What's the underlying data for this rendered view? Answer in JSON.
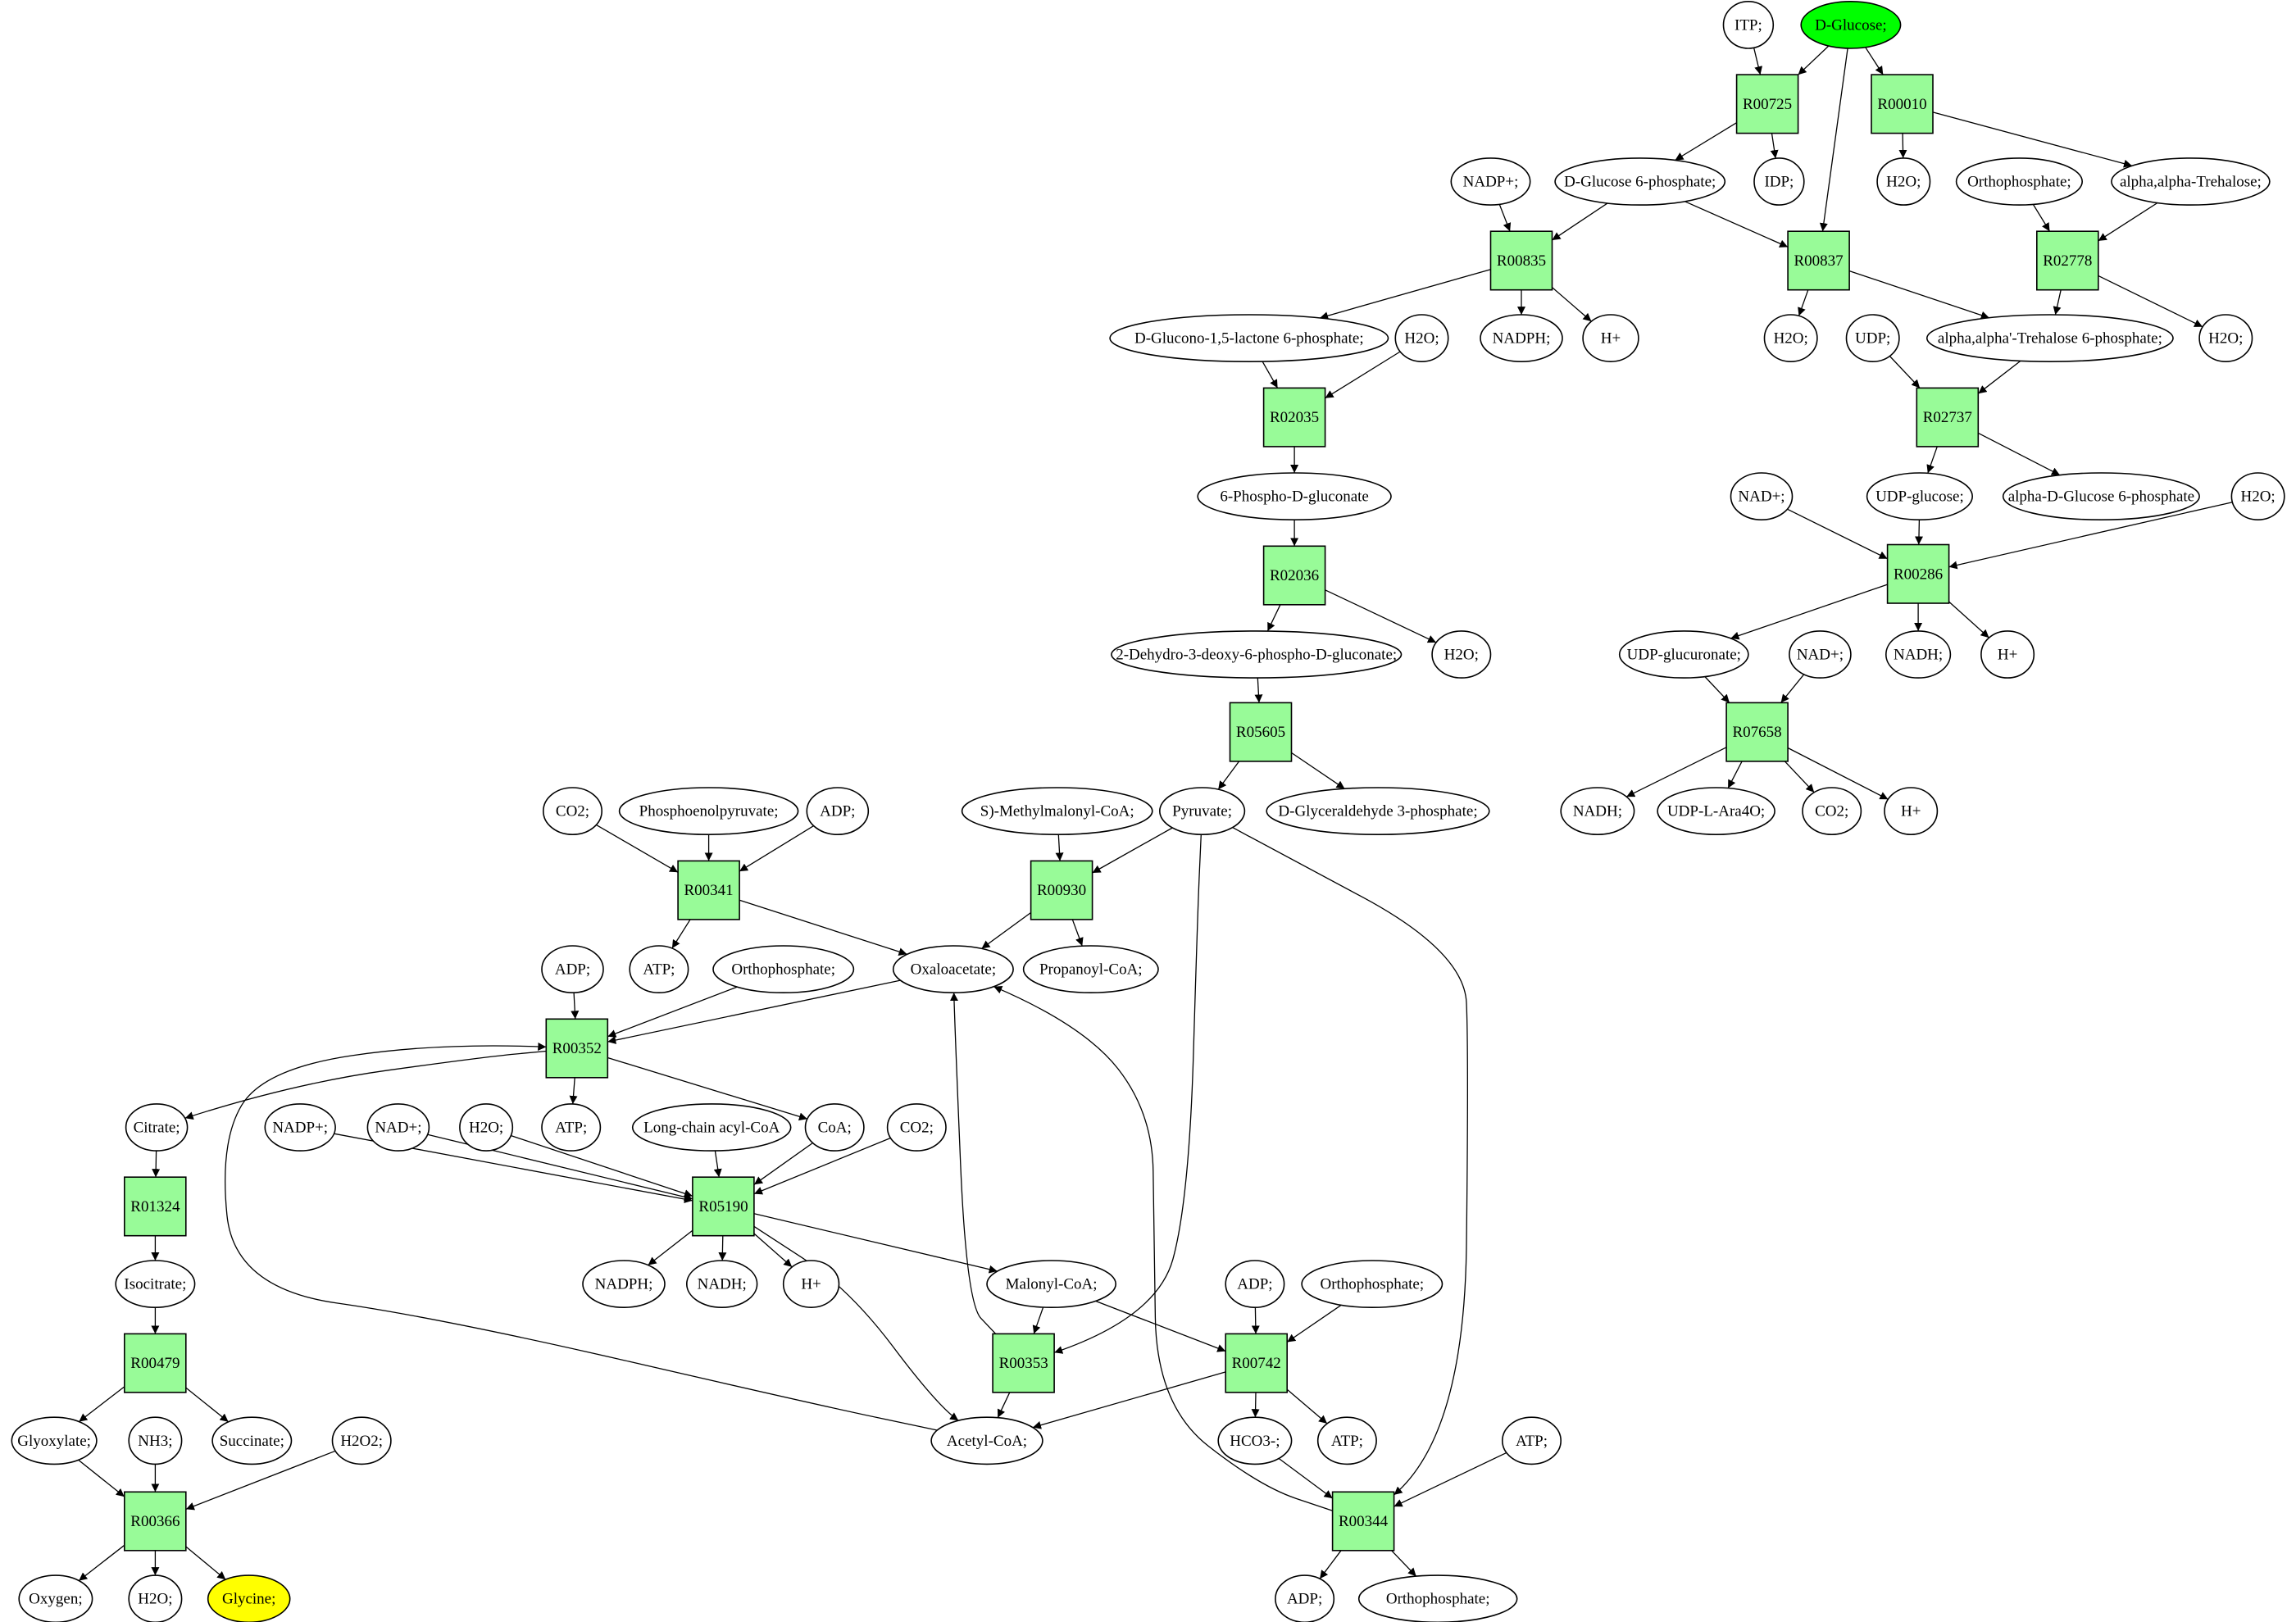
{
  "diagram": {
    "type": "metabolic-pathway-graph",
    "colors": {
      "reaction_fill": "#98fb98",
      "compound_fill": "#ffffff",
      "source_fill": "#00ff00",
      "target_fill": "#ffff00",
      "stroke": "#000000"
    },
    "nodes": [
      {
        "id": "itp",
        "label": "ITP;",
        "kind": "compound"
      },
      {
        "id": "dglucose",
        "label": "D-Glucose;",
        "kind": "source"
      },
      {
        "id": "R00725",
        "label": "R00725",
        "kind": "reaction"
      },
      {
        "id": "R00010",
        "label": "R00010",
        "kind": "reaction"
      },
      {
        "id": "g6p",
        "label": "D-Glucose 6-phosphate;",
        "kind": "compound"
      },
      {
        "id": "idp",
        "label": "IDP;",
        "kind": "compound"
      },
      {
        "id": "h2o_a",
        "label": "H2O;",
        "kind": "compound"
      },
      {
        "id": "ortho_a",
        "label": "Orthophosphate;",
        "kind": "compound"
      },
      {
        "id": "trehalose",
        "label": "alpha,alpha-Trehalose;",
        "kind": "compound"
      },
      {
        "id": "nadp_a",
        "label": "NADP+;",
        "kind": "compound"
      },
      {
        "id": "R00835",
        "label": "R00835",
        "kind": "reaction"
      },
      {
        "id": "R00837",
        "label": "R00837",
        "kind": "reaction"
      },
      {
        "id": "R02778",
        "label": "R02778",
        "kind": "reaction"
      },
      {
        "id": "glucono",
        "label": "D-Glucono-1,5-lactone 6-phosphate;",
        "kind": "compound"
      },
      {
        "id": "h2o_b",
        "label": "H2O;",
        "kind": "compound"
      },
      {
        "id": "nadph_a",
        "label": "NADPH;",
        "kind": "compound"
      },
      {
        "id": "hplus_a",
        "label": "H+",
        "kind": "compound"
      },
      {
        "id": "h2o_c",
        "label": "H2O;",
        "kind": "compound"
      },
      {
        "id": "udp",
        "label": "UDP;",
        "kind": "compound"
      },
      {
        "id": "t6p",
        "label": "alpha,alpha'-Trehalose 6-phosphate;",
        "kind": "compound"
      },
      {
        "id": "h2o_d",
        "label": "H2O;",
        "kind": "compound"
      },
      {
        "id": "R02035",
        "label": "R02035",
        "kind": "reaction"
      },
      {
        "id": "R02737",
        "label": "R02737",
        "kind": "reaction"
      },
      {
        "id": "pgluconate",
        "label": "6-Phospho-D-gluconate",
        "kind": "compound"
      },
      {
        "id": "nad_a",
        "label": "NAD+;",
        "kind": "compound"
      },
      {
        "id": "udpglc",
        "label": "UDP-glucose;",
        "kind": "compound"
      },
      {
        "id": "ag6p",
        "label": "alpha-D-Glucose 6-phosphate",
        "kind": "compound"
      },
      {
        "id": "h2o_e",
        "label": "H2O;",
        "kind": "compound"
      },
      {
        "id": "R02036",
        "label": "R02036",
        "kind": "reaction"
      },
      {
        "id": "R00286",
        "label": "R00286",
        "kind": "reaction"
      },
      {
        "id": "kdpg",
        "label": "2-Dehydro-3-deoxy-6-phospho-D-gluconate;",
        "kind": "compound"
      },
      {
        "id": "h2o_f",
        "label": "H2O;",
        "kind": "compound"
      },
      {
        "id": "udpgluc",
        "label": "UDP-glucuronate;",
        "kind": "compound"
      },
      {
        "id": "nad_b",
        "label": "NAD+;",
        "kind": "compound"
      },
      {
        "id": "nadh_a",
        "label": "NADH;",
        "kind": "compound"
      },
      {
        "id": "hplus_b",
        "label": "H+",
        "kind": "compound"
      },
      {
        "id": "R05605",
        "label": "R05605",
        "kind": "reaction"
      },
      {
        "id": "R07658",
        "label": "R07658",
        "kind": "reaction"
      },
      {
        "id": "co2_a",
        "label": "CO2;",
        "kind": "compound"
      },
      {
        "id": "pep",
        "label": "Phosphoenolpyruvate;",
        "kind": "compound"
      },
      {
        "id": "adp_a",
        "label": "ADP;",
        "kind": "compound"
      },
      {
        "id": "mmcoa",
        "label": "S)-Methylmalonyl-CoA;",
        "kind": "compound"
      },
      {
        "id": "pyruvate",
        "label": "Pyruvate;",
        "kind": "compound"
      },
      {
        "id": "gap",
        "label": "D-Glyceraldehyde 3-phosphate;",
        "kind": "compound"
      },
      {
        "id": "nadh_b",
        "label": "NADH;",
        "kind": "compound"
      },
      {
        "id": "udpara",
        "label": "UDP-L-Ara4O;",
        "kind": "compound"
      },
      {
        "id": "co2_b",
        "label": "CO2;",
        "kind": "compound"
      },
      {
        "id": "hplus_c",
        "label": "H+",
        "kind": "compound"
      },
      {
        "id": "R00341",
        "label": "R00341",
        "kind": "reaction"
      },
      {
        "id": "R00930",
        "label": "R00930",
        "kind": "reaction"
      },
      {
        "id": "adp_b",
        "label": "ADP;",
        "kind": "compound"
      },
      {
        "id": "atp_a",
        "label": "ATP;",
        "kind": "compound"
      },
      {
        "id": "ortho_b",
        "label": "Orthophosphate;",
        "kind": "compound"
      },
      {
        "id": "oaa",
        "label": "Oxaloacetate;",
        "kind": "compound"
      },
      {
        "id": "propcoa",
        "label": "Propanoyl-CoA;",
        "kind": "compound"
      },
      {
        "id": "R00352",
        "label": "R00352",
        "kind": "reaction"
      },
      {
        "id": "citrate",
        "label": "Citrate;",
        "kind": "compound"
      },
      {
        "id": "nadp_b",
        "label": "NADP+;",
        "kind": "compound"
      },
      {
        "id": "nad_c",
        "label": "NAD+;",
        "kind": "compound"
      },
      {
        "id": "h2o_g",
        "label": "H2O;",
        "kind": "compound"
      },
      {
        "id": "atp_b",
        "label": "ATP;",
        "kind": "compound"
      },
      {
        "id": "lcacoa",
        "label": "Long-chain acyl-CoA",
        "kind": "compound"
      },
      {
        "id": "coa",
        "label": "CoA;",
        "kind": "compound"
      },
      {
        "id": "co2_c",
        "label": "CO2;",
        "kind": "compound"
      },
      {
        "id": "R01324",
        "label": "R01324",
        "kind": "reaction"
      },
      {
        "id": "R05190",
        "label": "R05190",
        "kind": "reaction"
      },
      {
        "id": "isocitrate",
        "label": "Isocitrate;",
        "kind": "compound"
      },
      {
        "id": "nadph_b",
        "label": "NADPH;",
        "kind": "compound"
      },
      {
        "id": "nadh_c",
        "label": "NADH;",
        "kind": "compound"
      },
      {
        "id": "hplus_d",
        "label": "H+",
        "kind": "compound"
      },
      {
        "id": "malcoa",
        "label": "Malonyl-CoA;",
        "kind": "compound"
      },
      {
        "id": "adp_c",
        "label": "ADP;",
        "kind": "compound"
      },
      {
        "id": "ortho_c",
        "label": "Orthophosphate;",
        "kind": "compound"
      },
      {
        "id": "R00479",
        "label": "R00479",
        "kind": "reaction"
      },
      {
        "id": "R00353",
        "label": "R00353",
        "kind": "reaction"
      },
      {
        "id": "R00742",
        "label": "R00742",
        "kind": "reaction"
      },
      {
        "id": "glyoxylate",
        "label": "Glyoxylate;",
        "kind": "compound"
      },
      {
        "id": "nh3",
        "label": "NH3;",
        "kind": "compound"
      },
      {
        "id": "succinate",
        "label": "Succinate;",
        "kind": "compound"
      },
      {
        "id": "h2o2",
        "label": "H2O2;",
        "kind": "compound"
      },
      {
        "id": "acetylcoa",
        "label": "Acetyl-CoA;",
        "kind": "compound"
      },
      {
        "id": "hco3",
        "label": "HCO3-;",
        "kind": "compound"
      },
      {
        "id": "atp_c",
        "label": "ATP;",
        "kind": "compound"
      },
      {
        "id": "atp_d",
        "label": "ATP;",
        "kind": "compound"
      },
      {
        "id": "R00366",
        "label": "R00366",
        "kind": "reaction"
      },
      {
        "id": "R00344",
        "label": "R00344",
        "kind": "reaction"
      },
      {
        "id": "oxygen",
        "label": "Oxygen;",
        "kind": "compound"
      },
      {
        "id": "h2o_h",
        "label": "H2O;",
        "kind": "compound"
      },
      {
        "id": "glycine",
        "label": "Glycine;",
        "kind": "target"
      },
      {
        "id": "adp_d",
        "label": "ADP;",
        "kind": "compound"
      },
      {
        "id": "ortho_d",
        "label": "Orthophosphate;",
        "kind": "compound"
      }
    ],
    "edges": [
      [
        "itp",
        "R00725"
      ],
      [
        "dglucose",
        "R00725"
      ],
      [
        "dglucose",
        "R00837"
      ],
      [
        "dglucose",
        "R00010"
      ],
      [
        "R00725",
        "g6p"
      ],
      [
        "R00725",
        "idp"
      ],
      [
        "R00010",
        "h2o_a"
      ],
      [
        "R00010",
        "trehalose"
      ],
      [
        "nadp_a",
        "R00835"
      ],
      [
        "g6p",
        "R00835"
      ],
      [
        "g6p",
        "R00837"
      ],
      [
        "ortho_a",
        "R02778"
      ],
      [
        "trehalose",
        "R02778"
      ],
      [
        "R00835",
        "glucono"
      ],
      [
        "R00835",
        "nadph_a"
      ],
      [
        "R00835",
        "hplus_a"
      ],
      [
        "R00837",
        "h2o_c"
      ],
      [
        "R00837",
        "t6p"
      ],
      [
        "R02778",
        "t6p"
      ],
      [
        "R02778",
        "h2o_d"
      ],
      [
        "glucono",
        "R02035"
      ],
      [
        "h2o_b",
        "R02035"
      ],
      [
        "udp",
        "R02737"
      ],
      [
        "t6p",
        "R02737"
      ],
      [
        "R02035",
        "pgluconate"
      ],
      [
        "R02737",
        "udpglc"
      ],
      [
        "R02737",
        "ag6p"
      ],
      [
        "pgluconate",
        "R02036"
      ],
      [
        "nad_a",
        "R00286"
      ],
      [
        "udpglc",
        "R00286"
      ],
      [
        "h2o_e",
        "R00286"
      ],
      [
        "R02036",
        "kdpg"
      ],
      [
        "R02036",
        "h2o_f"
      ],
      [
        "R00286",
        "udpgluc"
      ],
      [
        "R00286",
        "nadh_a"
      ],
      [
        "R00286",
        "hplus_b"
      ],
      [
        "kdpg",
        "R05605"
      ],
      [
        "udpgluc",
        "R07658"
      ],
      [
        "nad_b",
        "R07658"
      ],
      [
        "R05605",
        "pyruvate"
      ],
      [
        "R05605",
        "gap"
      ],
      [
        "R07658",
        "nadh_b"
      ],
      [
        "R07658",
        "udpara"
      ],
      [
        "R07658",
        "co2_b"
      ],
      [
        "R07658",
        "hplus_c"
      ],
      [
        "co2_a",
        "R00341"
      ],
      [
        "pep",
        "R00341"
      ],
      [
        "adp_a",
        "R00341"
      ],
      [
        "mmcoa",
        "R00930"
      ],
      [
        "pyruvate",
        "R00930"
      ],
      [
        "R00341",
        "atp_a"
      ],
      [
        "R00341",
        "oaa"
      ],
      [
        "R00930",
        "oaa"
      ],
      [
        "R00930",
        "propcoa"
      ],
      [
        "adp_b",
        "R00352"
      ],
      [
        "ortho_b",
        "R00352"
      ],
      [
        "oaa",
        "R00352"
      ],
      [
        "R00352",
        "citrate"
      ],
      [
        "R00352",
        "atp_b"
      ],
      [
        "R00352",
        "coa"
      ],
      [
        "citrate",
        "R01324"
      ],
      [
        "nadp_b",
        "R05190"
      ],
      [
        "nad_c",
        "R05190"
      ],
      [
        "h2o_g",
        "R05190"
      ],
      [
        "lcacoa",
        "R05190"
      ],
      [
        "coa",
        "R05190"
      ],
      [
        "co2_c",
        "R05190"
      ],
      [
        "R01324",
        "isocitrate"
      ],
      [
        "R05190",
        "nadph_b"
      ],
      [
        "R05190",
        "nadh_c"
      ],
      [
        "R05190",
        "hplus_d"
      ],
      [
        "R05190",
        "malcoa"
      ],
      [
        "R05190",
        "acetylcoa"
      ],
      [
        "isocitrate",
        "R00479"
      ],
      [
        "malcoa",
        "R00353"
      ],
      [
        "malcoa",
        "R00742"
      ],
      [
        "pyruvate",
        "R00353"
      ],
      [
        "adp_c",
        "R00742"
      ],
      [
        "ortho_c",
        "R00742"
      ],
      [
        "R00353",
        "oaa"
      ],
      [
        "R00353",
        "acetylcoa"
      ],
      [
        "R00742",
        "acetylcoa"
      ],
      [
        "R00742",
        "hco3"
      ],
      [
        "R00742",
        "atp_c"
      ],
      [
        "acetylcoa",
        "R00352"
      ],
      [
        "R00479",
        "glyoxylate"
      ],
      [
        "R00479",
        "succinate"
      ],
      [
        "glyoxylate",
        "R00366"
      ],
      [
        "nh3",
        "R00366"
      ],
      [
        "h2o2",
        "R00366"
      ],
      [
        "hco3",
        "R00344"
      ],
      [
        "atp_d",
        "R00344"
      ],
      [
        "pyruvate",
        "R00344"
      ],
      [
        "R00344",
        "oaa"
      ],
      [
        "R00366",
        "oxygen"
      ],
      [
        "R00366",
        "h2o_h"
      ],
      [
        "R00366",
        "glycine"
      ],
      [
        "R00344",
        "adp_d"
      ],
      [
        "R00344",
        "ortho_d"
      ]
    ]
  }
}
